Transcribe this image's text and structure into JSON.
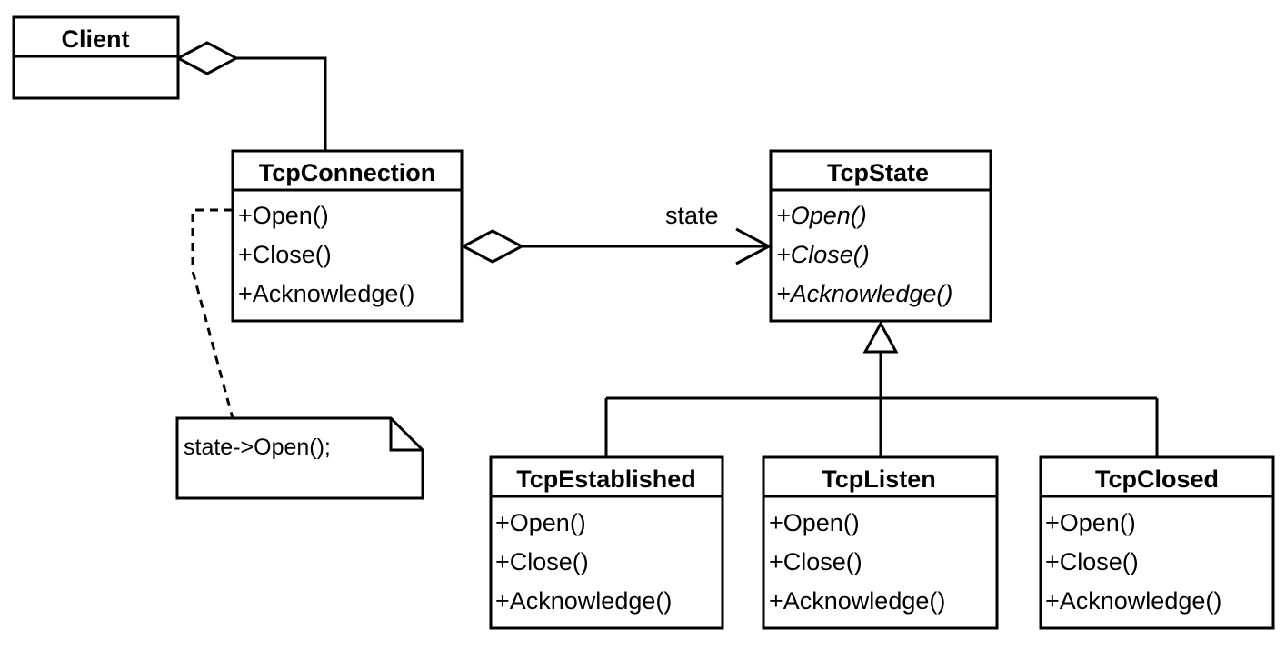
{
  "classes": {
    "client": {
      "name": "Client"
    },
    "tcp_connection": {
      "name": "TcpConnection",
      "operations": [
        "+Open()",
        "+Close()",
        "+Acknowledge()"
      ]
    },
    "tcp_state": {
      "name": "TcpState",
      "operations": [
        "+Open()",
        "+Close()",
        "+Acknowledge()"
      ],
      "abstract_operations": true
    },
    "tcp_established": {
      "name": "TcpEstablished",
      "operations": [
        "+Open()",
        "+Close()",
        "+Acknowledge()"
      ]
    },
    "tcp_listen": {
      "name": "TcpListen",
      "operations": [
        "+Open()",
        "+Close()",
        "+Acknowledge()"
      ]
    },
    "tcp_closed": {
      "name": "TcpClosed",
      "operations": [
        "+Open()",
        "+Close()",
        "+Acknowledge()"
      ]
    }
  },
  "associations": {
    "state_label": "state"
  },
  "note": {
    "text": "state->Open();"
  },
  "colors": {
    "stroke": "#000000",
    "background": "#ffffff"
  }
}
